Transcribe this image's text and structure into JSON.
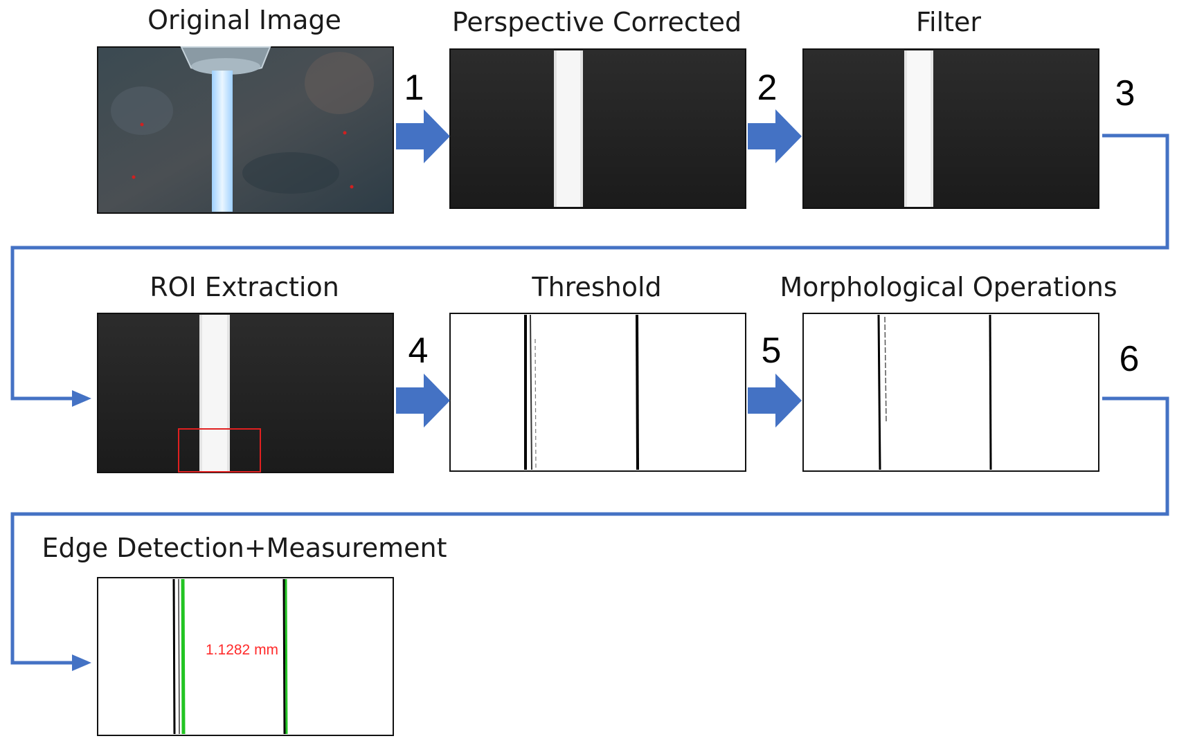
{
  "stages": [
    {
      "title": "Original Image"
    },
    {
      "title": "Perspective Corrected"
    },
    {
      "title": "Filter"
    },
    {
      "title": "ROI Extraction"
    },
    {
      "title": "Threshold"
    },
    {
      "title": "Morphological Operations"
    },
    {
      "title": "Edge Detection+Measurement"
    }
  ],
  "steps": [
    "1",
    "2",
    "3",
    "4",
    "5",
    "6"
  ],
  "measurement": {
    "value_text": "1.1282 mm"
  },
  "colors": {
    "arrow": "#4472c4",
    "connector": "#4472c4",
    "roi_box": "#e02020",
    "edge_line": "#22c422",
    "measurement_text": "#ff2a2a"
  }
}
